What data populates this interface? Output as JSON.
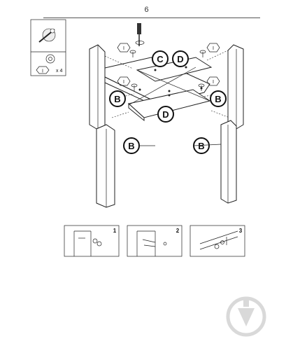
{
  "page": {
    "number": "6"
  },
  "hardware": {
    "id": "I",
    "qty": "x 4"
  },
  "parts": {
    "b": "B",
    "c": "C",
    "d": "D"
  },
  "callouts": {
    "bolt": "I"
  },
  "steps": [
    "1",
    "2",
    "3"
  ],
  "colors": {
    "line": "#222222",
    "panel": "#ffffff",
    "watermark": "#d9d9d9"
  },
  "icons": [
    "allen-key-icon",
    "bolt-icon",
    "watermark-logo-icon"
  ]
}
